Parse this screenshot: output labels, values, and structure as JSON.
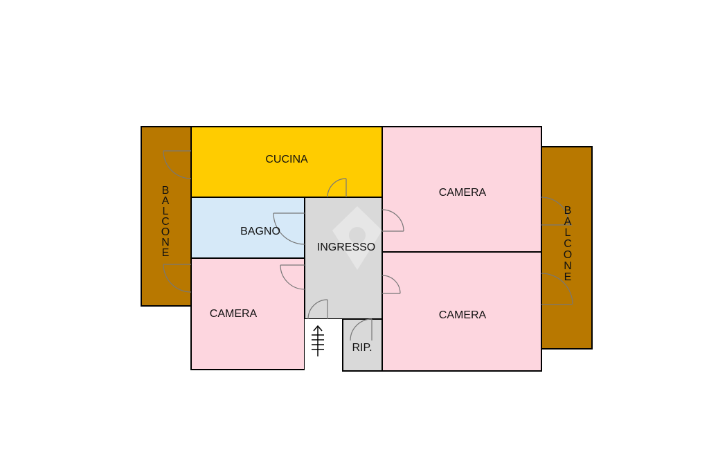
{
  "rooms": {
    "cucina": "CUCINA",
    "bagno": "BAGNO",
    "ingresso": "INGRESSO",
    "camera_top_right": "CAMERA",
    "camera_bottom_right": "CAMERA",
    "camera_bottom_left": "CAMERA",
    "ripostiglio": "RIP.",
    "balcone_left": "BALCONE",
    "balcone_right": "BALCONE"
  },
  "colors": {
    "cucina": "#ffcc00",
    "bagno": "#d6e9f8",
    "camera": "#fdd6df",
    "balcone": "#b87800",
    "ingresso": "#d9d9d9",
    "wall": "#000000"
  },
  "icons": [
    "stairs-icon",
    "watermark-logo-icon"
  ]
}
